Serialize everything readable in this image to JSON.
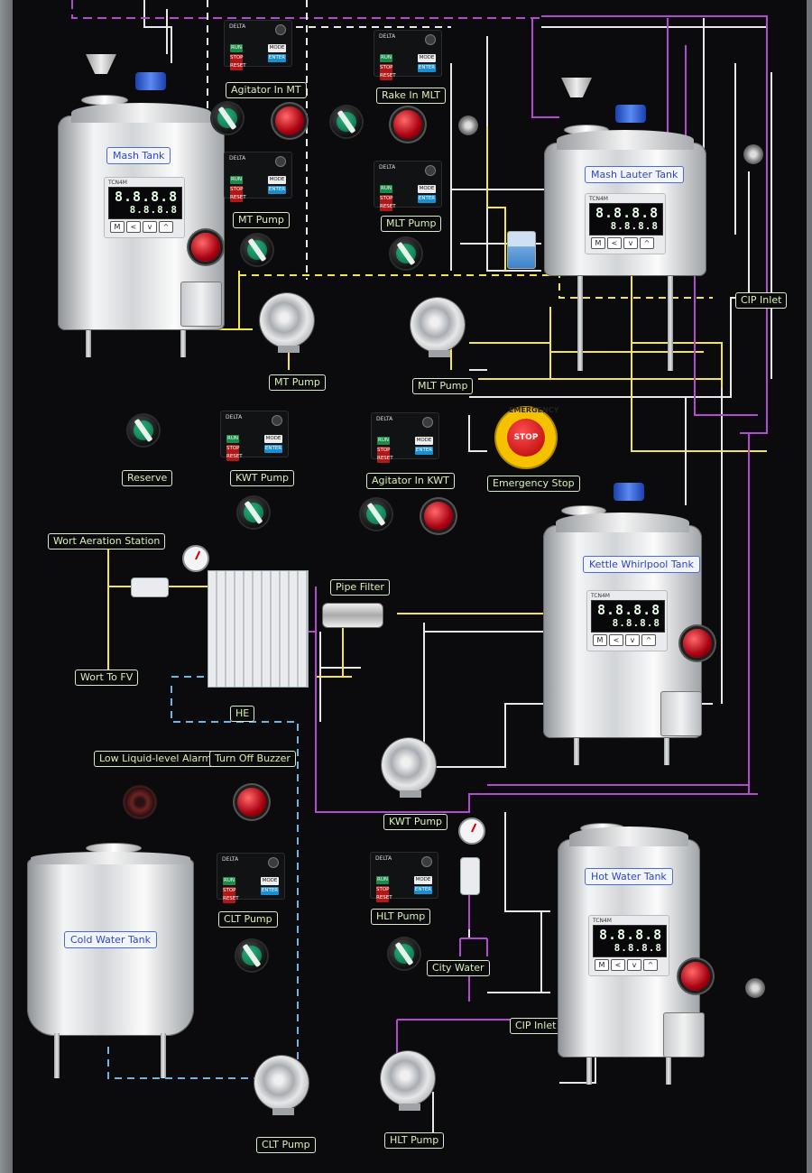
{
  "panel": {
    "tanks": {
      "mash": "Mash Tank",
      "lauter": "Mash Lauter Tank",
      "kettle": "Kettle  Whirlpool Tank",
      "hot": "Hot Water Tank",
      "cold": "Cold Water Tank"
    },
    "labels": {
      "agitator_mt": "Agitator In MT",
      "rake_mlt": "Rake In MLT",
      "mt_pump_ctrl": "MT Pump",
      "mlt_pump_ctrl": "MLT Pump",
      "mt_pump": "MT Pump",
      "mlt_pump": "MLT Pump",
      "cip_inlet_top": "CIP Inlet",
      "reserve": "Reserve",
      "kwt_pump_ctrl": "KWT Pump",
      "agitator_kwt": "Agitator In KWT",
      "emergency_stop": "Emergency Stop",
      "wort_aeration": "Wort Aeration Station",
      "pipe_filter": "Pipe Filter",
      "wort_to_fv": "Wort To FV",
      "he": "HE",
      "low_level_alarm": "Low Liquid-level Alarm",
      "turn_off_buzzer": "Turn Off  Buzzer",
      "kwt_pump": "KWT Pump",
      "clt_pump_ctrl": "CLT Pump",
      "hlt_pump_ctrl": "HLT Pump",
      "city_water": "City Water",
      "cip_inlet_bottom": "CIP Inlet",
      "clt_pump": "CLT Pump",
      "hlt_pump": "HLT Pump"
    },
    "controller": {
      "brand": "TCN4M",
      "display_top": "8.8.8.8",
      "display_bottom": "8.8.8.8"
    },
    "vfd": {
      "brand": "DELTA",
      "keys": [
        "RUN",
        "STOP RESET",
        "MODE",
        "ENTER"
      ]
    },
    "estop": {
      "ring_text": "EMERGENCY",
      "button_text": "STOP"
    },
    "colors": {
      "board": "#0b0b0d",
      "pipe_white": "#e8e8e8",
      "pipe_yellow": "#f2e64a",
      "pipe_purple": "#b44ad2",
      "pipe_blue": "#6fb4e6",
      "label_text": "#d9f0b8",
      "tank_label": "#2a46c8"
    }
  }
}
